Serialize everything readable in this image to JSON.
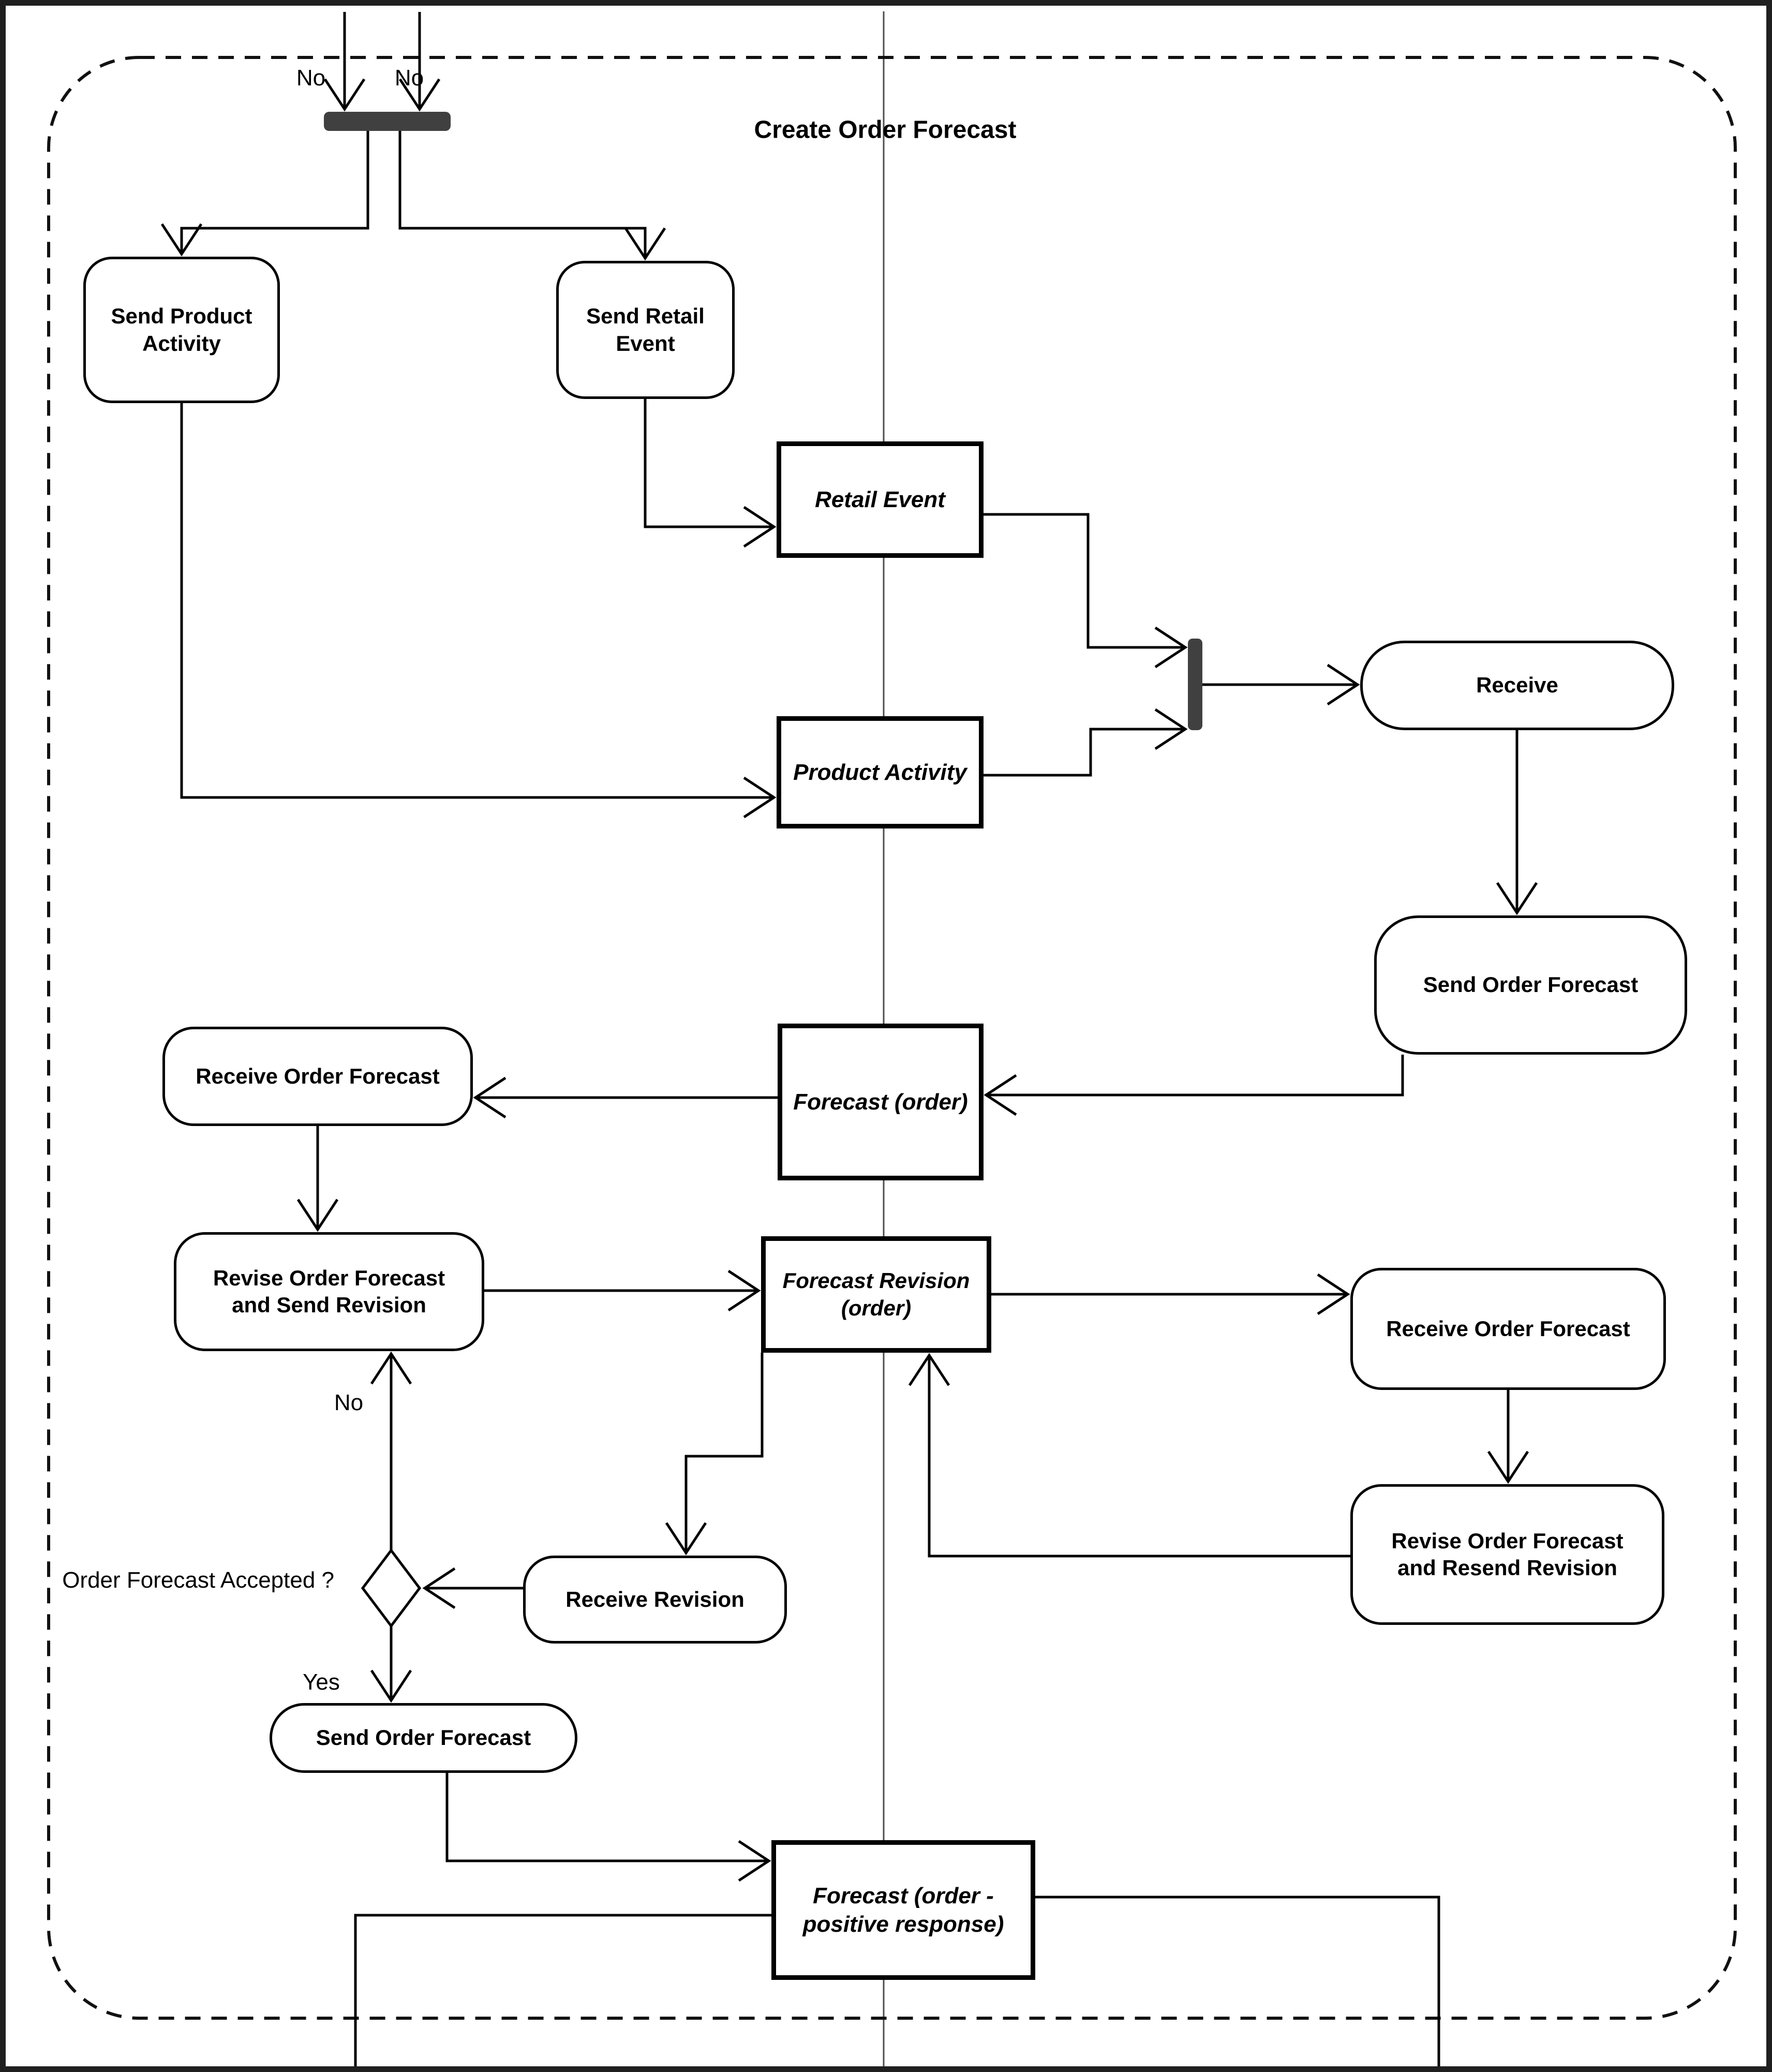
{
  "title": "Create Order Forecast",
  "nodes": {
    "send_product_activity": {
      "label": "Send Product Activity",
      "type": "activity"
    },
    "send_retail_event": {
      "label": "Send Retail Event",
      "type": "activity"
    },
    "retail_event": {
      "label": "Retail Event",
      "type": "object"
    },
    "product_activity": {
      "label": "Product Activity",
      "type": "object"
    },
    "receive": {
      "label": "Receive",
      "type": "activity"
    },
    "send_order_forecast_right": {
      "label": "Send Order Forecast",
      "type": "activity"
    },
    "forecast_order": {
      "label": "Forecast (order)",
      "type": "object"
    },
    "receive_order_forecast_left": {
      "label": "Receive Order Forecast",
      "type": "activity"
    },
    "revise_order_forecast_send": {
      "label": "Revise Order Forecast and Send Revision",
      "type": "activity"
    },
    "forecast_revision_order": {
      "label": "Forecast Revision (order)",
      "type": "object"
    },
    "receive_order_forecast_right": {
      "label": "Receive Order Forecast",
      "type": "activity"
    },
    "revise_order_forecast_resend": {
      "label": "Revise Order Forecast and Resend Revision",
      "type": "activity"
    },
    "receive_revision": {
      "label": "Receive Revision",
      "type": "activity"
    },
    "decision": {
      "label": "Order Forecast Accepted ?",
      "type": "decision"
    },
    "send_order_forecast_bottom": {
      "label": "Send Order Forecast",
      "type": "activity"
    },
    "forecast_order_positive_response": {
      "label": "Forecast (order - positive response)",
      "type": "object"
    }
  },
  "edge_labels": {
    "no_entry_left": "No",
    "no_entry_right": "No",
    "decision_no": "No",
    "decision_yes": "Yes"
  },
  "colors": {
    "sync_bar": "#404040",
    "line": "#000000",
    "swimlane_divider": "#4d4d4d",
    "frame": "#111111",
    "background": "#ffffff",
    "page_border": "#1f1f1f"
  }
}
